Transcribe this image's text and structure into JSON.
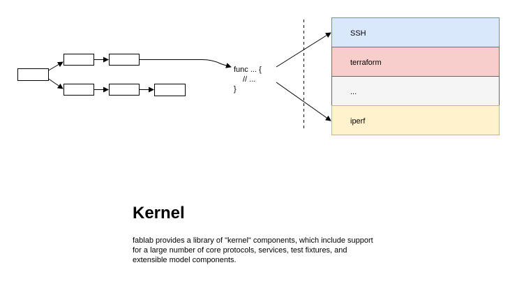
{
  "code": {
    "line1": "func ... {",
    "line2": "// ...",
    "line3": "}"
  },
  "components": [
    {
      "label": "SSH",
      "fill": "#dae8fc",
      "stroke": "#6c8ebf"
    },
    {
      "label": "terraform",
      "fill": "#f8cecc",
      "stroke": "#b85450"
    },
    {
      "label": "...",
      "fill": "#f5f5f5",
      "stroke": "#666666"
    },
    {
      "label": "iperf",
      "fill": "#fff2cc",
      "stroke": "#d6b656"
    }
  ],
  "kernel": {
    "title": "Kernel",
    "description": "fablab provides a library of \"kernel\" components, which include support for a large number of core protocols, services, test fixtures, and extensible model components."
  }
}
